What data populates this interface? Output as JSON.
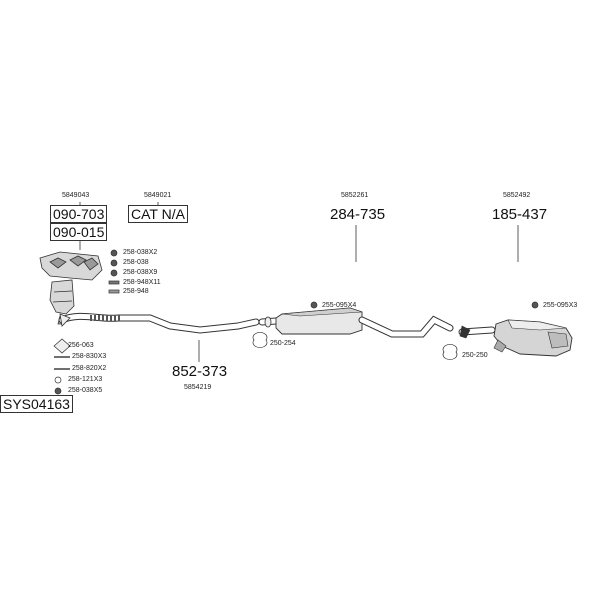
{
  "system_code": "SYS04163",
  "front": {
    "oem_manifold": "5849043",
    "manifold_codes": [
      "090-703",
      "090-015"
    ],
    "oem_cat": "5849021",
    "cat_code": "CAT N/A",
    "fittings_top": [
      "258-038X2",
      "258-038",
      "258-038X9",
      "258-948X11",
      "258-948"
    ],
    "fittings_bottom": [
      "256-063",
      "258-830X3",
      "258-820X2",
      "258-121X3",
      "258-038X5"
    ]
  },
  "front_pipe": {
    "code": "852-373",
    "oem": "5854219"
  },
  "middle": {
    "oem": "5852261",
    "code": "284-735",
    "clamp": "255-095X4",
    "ring": "250-254"
  },
  "rear": {
    "oem": "5852492",
    "code": "185-437",
    "clamp": "255-095X3",
    "ring": "250-250"
  }
}
